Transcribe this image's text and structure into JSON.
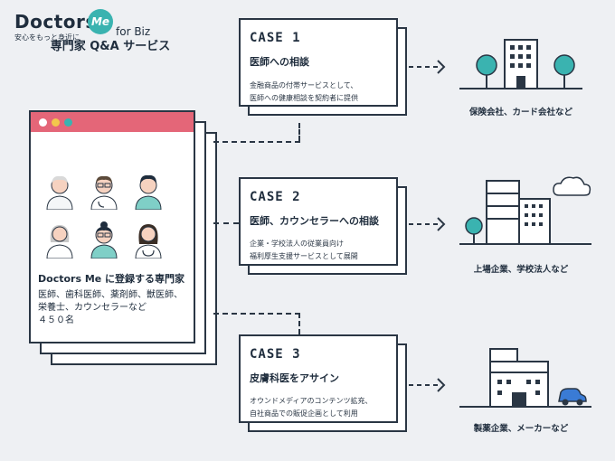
{
  "logo": {
    "word": "Doctors",
    "badge": "Me",
    "tagline": "安心をもっと身近に",
    "suffix": "for Biz"
  },
  "service": {
    "title": "専門家 Q&A サービス",
    "registered": "Doctors Me に登録する専門家",
    "members_line1": "医師、歯科医師、薬剤師、獣医師、",
    "members_line2": "栄養士、カウンセラーなど",
    "members_line3": "４５０名"
  },
  "cases": [
    {
      "title": "CASE 1",
      "subtitle": "医師への相談",
      "desc1": "金融商品の付帯サービスとして、",
      "desc2": "医師への健康相談を契約者に提供",
      "client": "保険会社、カード会社など"
    },
    {
      "title": "CASE 2",
      "subtitle": "医師、カウンセラーへの相談",
      "desc1": "企業・学校法人の従業員向け",
      "desc2": "福利厚生支援サービスとして展開",
      "client": "上場企業、学校法人など"
    },
    {
      "title": "CASE 3",
      "subtitle": "皮膚科医をアサイン",
      "desc1": "オウンドメディアのコンテンツ拡充、",
      "desc2": "自社商品での販促企画として利用",
      "client": "製薬企業、メーカーなど"
    }
  ],
  "colors": {
    "accent": "#3ab3b0",
    "window_bar": "#e46678",
    "ink": "#2a3644",
    "background": "#eef0f3"
  },
  "icons": [
    "doctor-icon",
    "office-building-icon",
    "tree-icon",
    "cloud-icon",
    "factory-icon",
    "car-icon",
    "arrow-right-icon"
  ]
}
